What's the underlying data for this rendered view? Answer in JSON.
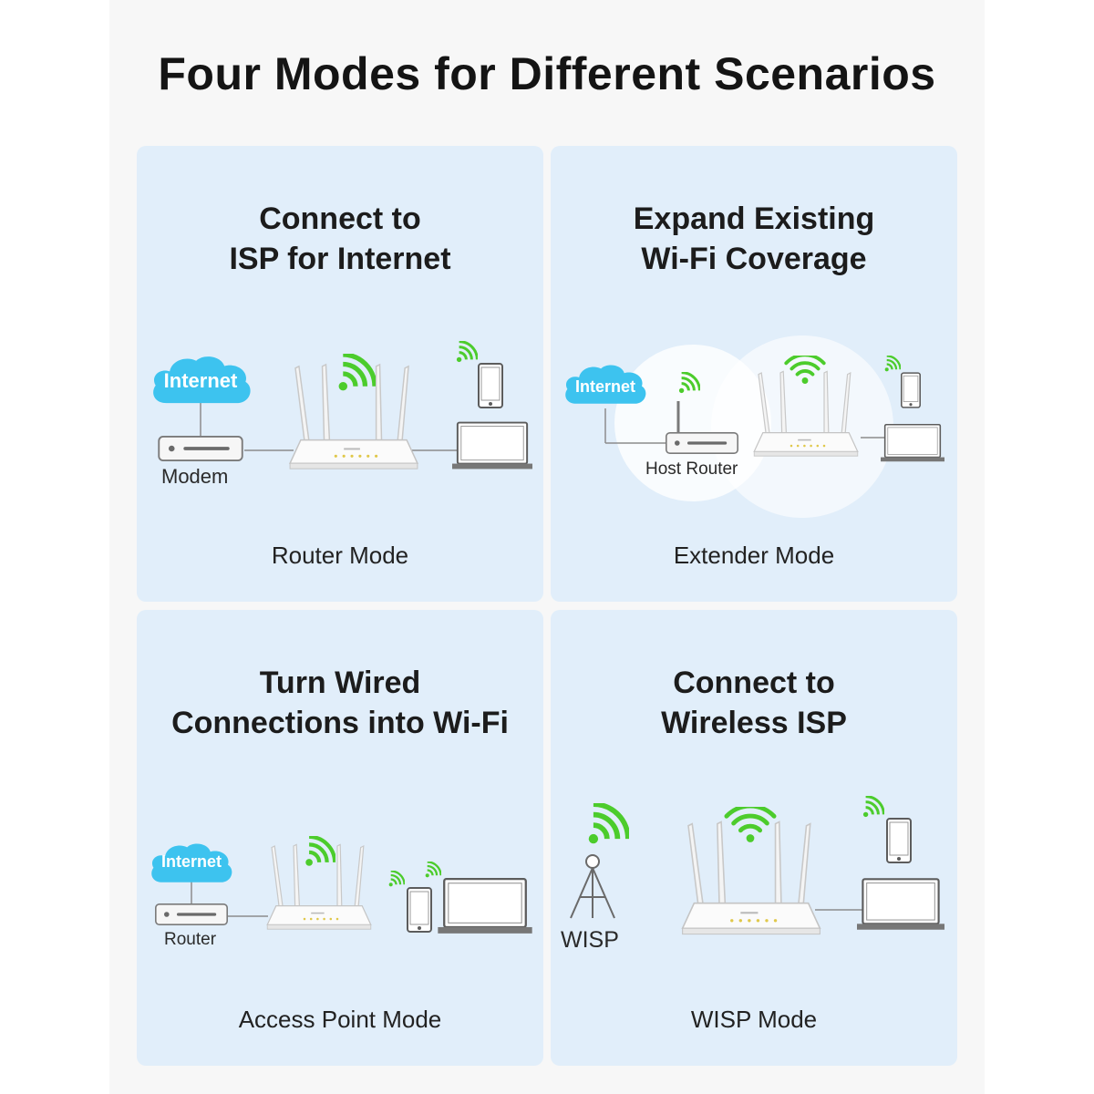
{
  "title": "Four Modes for Different Scenarios",
  "cards": [
    {
      "heading_line1": "Connect to",
      "heading_line2": "ISP for Internet",
      "cloud_label": "Internet",
      "device_label": "Modem",
      "mode": "Router Mode"
    },
    {
      "heading_line1": "Expand Existing",
      "heading_line2": "Wi-Fi Coverage",
      "cloud_label": "Internet",
      "device_label": "Host Router",
      "mode": "Extender Mode"
    },
    {
      "heading_line1": "Turn Wired",
      "heading_line2": "Connections into Wi-Fi",
      "cloud_label": "Internet",
      "device_label": "Router",
      "mode": "Access Point Mode"
    },
    {
      "heading_line1": "Connect to",
      "heading_line2": "Wireless ISP",
      "device_label": "WISP",
      "mode": "WISP Mode"
    }
  ],
  "colors": {
    "card_bg": "#e1eefa",
    "cloud": "#3dc3ef",
    "wifi": "#4ccc2c",
    "line": "#8c8c8c"
  }
}
